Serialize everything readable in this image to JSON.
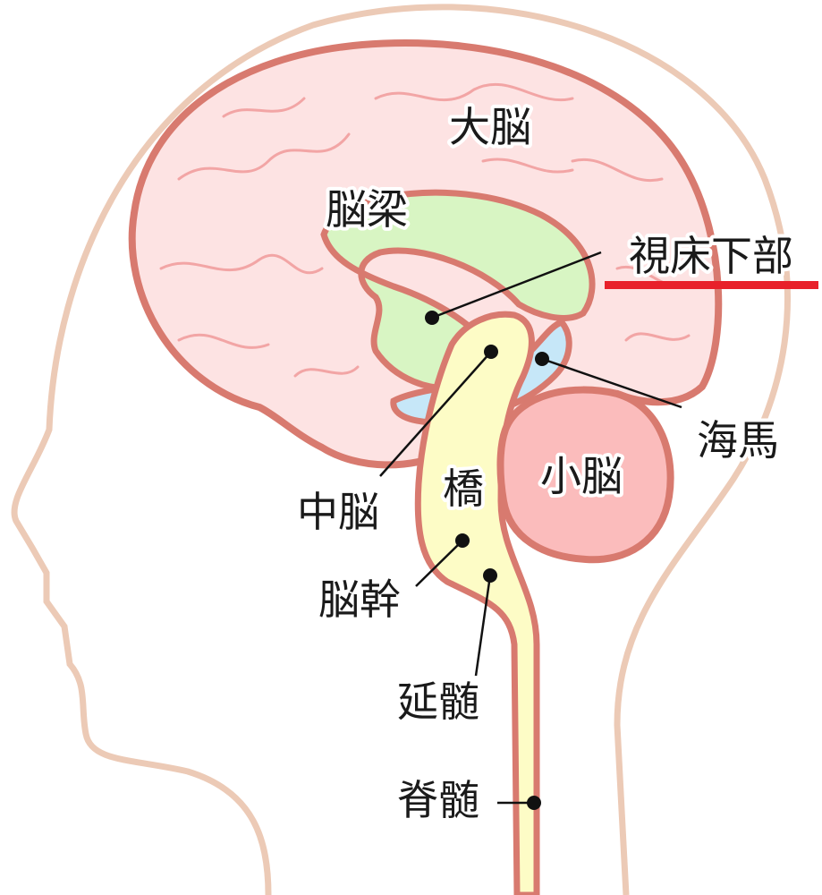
{
  "title_parts": {
    "cerebrum": "大脳",
    "corpus_callosum": "脳梁",
    "hypothalamus": "視床下部",
    "hippocampus": "海馬",
    "cerebellum": "小脳",
    "pons": "橋",
    "midbrain": "中脳",
    "brainstem": "脳幹",
    "medulla": "延髄",
    "spinal_cord": "脊髄"
  },
  "highlight": "視床下部",
  "colors": {
    "head_outline": "#eccab6",
    "brain_fill": "#fde3e3",
    "brain_stroke": "#d87a6f",
    "corpus_callosum": "#d8f5c3",
    "hippocampus": "#c6e7f8",
    "brainstem": "#fdfcc6",
    "cerebellum": "#fbbcbc",
    "highlight_underline": "#e8202a"
  }
}
